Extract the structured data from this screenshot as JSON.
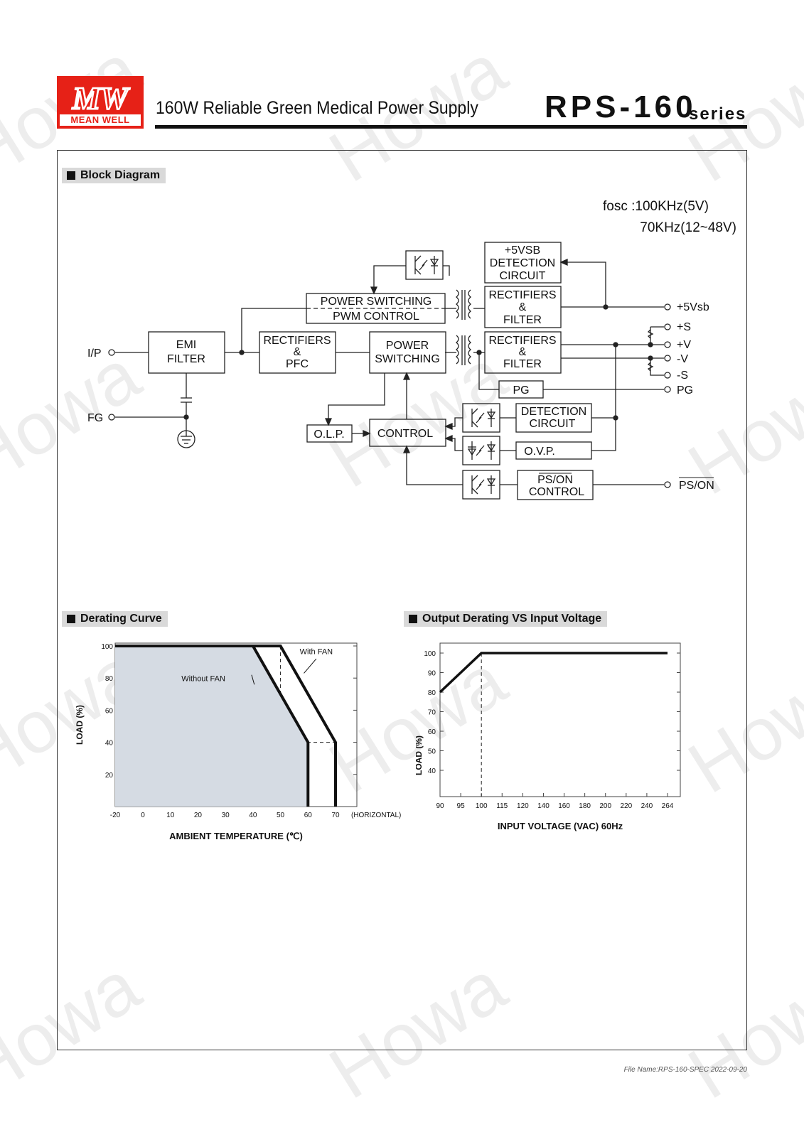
{
  "header": {
    "logo_text": "MEAN WELL",
    "title": "160W  Reliable Green Medical Power Supply",
    "model": "RPS-160",
    "series": "series"
  },
  "sections": {
    "block_diagram": "Block Diagram",
    "derating_curve": "Derating Curve",
    "output_derating": "Output Derating VS Input Voltage"
  },
  "block_diagram": {
    "fosc_line1": "fosc :100KHz(5V)",
    "fosc_line2": "70KHz(12~48V)",
    "blocks": {
      "emi": [
        "EMI",
        "FILTER"
      ],
      "rect_pfc": [
        "RECTIFIERS",
        "&",
        "PFC"
      ],
      "pwr_pwm": [
        "POWER SWITCHING",
        "PWM CONTROL"
      ],
      "pwr_sw": [
        "POWER",
        "SWITCHING"
      ],
      "vsb_det": [
        "+5VSB",
        "DETECTION",
        "CIRCUIT"
      ],
      "rect_f1": [
        "RECTIFIERS",
        "&",
        "FILTER"
      ],
      "rect_f2": [
        "RECTIFIERS",
        "&",
        "FILTER"
      ],
      "pg": "PG",
      "det": [
        "DETECTION",
        "CIRCUIT"
      ],
      "ovp": "O.V.P.",
      "olp": "O.L.P.",
      "control": "CONTROL",
      "pson": [
        "PS/ON",
        "CONTROL"
      ]
    },
    "terminals": {
      "ip": "I/P",
      "fg": "FG",
      "vsb": "+5Vsb",
      "ps": "+S",
      "pv": "+V",
      "nv": "-V",
      "ns": "-S",
      "pg": "PG",
      "pson": "PS/ON"
    }
  },
  "chart_data": [
    {
      "type": "line",
      "ylabel": "LOAD (%)",
      "xlabel": "AMBIENT TEMPERATURE (℃)",
      "x_unit_label": "(HORIZONTAL)",
      "x_ticks": [
        -20,
        0,
        10,
        20,
        30,
        40,
        50,
        60,
        70
      ],
      "y_ticks": [
        20,
        40,
        60,
        80,
        100
      ],
      "series": [
        {
          "name": "Without FAN",
          "points": [
            [
              -20,
              100
            ],
            [
              40,
              100
            ],
            [
              60,
              40
            ],
            [
              60,
              0
            ]
          ]
        },
        {
          "name": "With FAN",
          "points": [
            [
              -20,
              100
            ],
            [
              50,
              100
            ],
            [
              70,
              40
            ],
            [
              70,
              0
            ]
          ]
        }
      ]
    },
    {
      "type": "line",
      "ylabel": "LOAD (%)",
      "xlabel": "INPUT VOLTAGE (VAC) 60Hz",
      "x_ticks": [
        90,
        95,
        100,
        115,
        120,
        140,
        160,
        180,
        200,
        220,
        240,
        264
      ],
      "y_ticks": [
        40,
        50,
        60,
        70,
        80,
        90,
        100
      ],
      "series": [
        {
          "points": [
            [
              90,
              80
            ],
            [
              100,
              100
            ],
            [
              264,
              100
            ]
          ]
        }
      ]
    }
  ],
  "footer": "File Name:RPS-160-SPEC   2022-09-20",
  "watermark": "Howa"
}
